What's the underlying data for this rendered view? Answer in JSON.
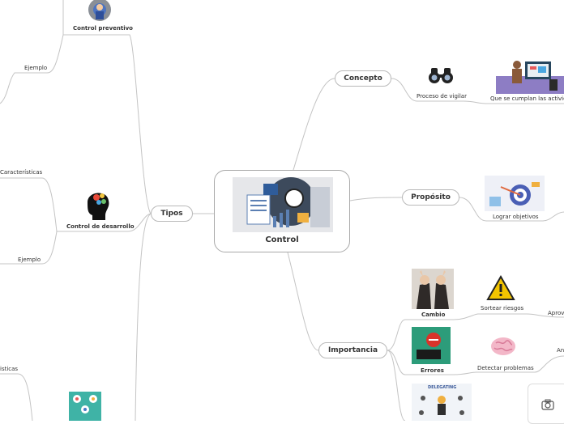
{
  "central": {
    "title": "Control"
  },
  "branches": {
    "tipos": "Tipos",
    "concepto": "Concepto",
    "proposito": "Propósito",
    "importancia": "Importancia"
  },
  "tipos_items": {
    "control_preventivo": "Control preventivo",
    "ejemplo_1": "Ejemplo",
    "caracteristicas_1": "Características",
    "control_desarrollo": "Control de desarrollo",
    "ejemplo_2": "Ejemplo",
    "caracteristicas_2": "isticas"
  },
  "concepto_items": {
    "proceso": "Proceso de vigilar",
    "cumplan": "Que se cumplan las activida"
  },
  "proposito_items": {
    "lograr": "Lograr objetivos"
  },
  "importancia_items": {
    "cambio": "Cambio",
    "sortear": "Sortear riesgos",
    "aprov": "Aprov",
    "errores": "Errores",
    "detectar": "Detectar problemas",
    "an": "An",
    "delegating": "DELEGATING"
  },
  "icons": [
    "camera-icon",
    "binoculars-icon",
    "warning-icon",
    "brain-icon",
    "gear-worker-icon",
    "target-icon",
    "head-icon"
  ]
}
